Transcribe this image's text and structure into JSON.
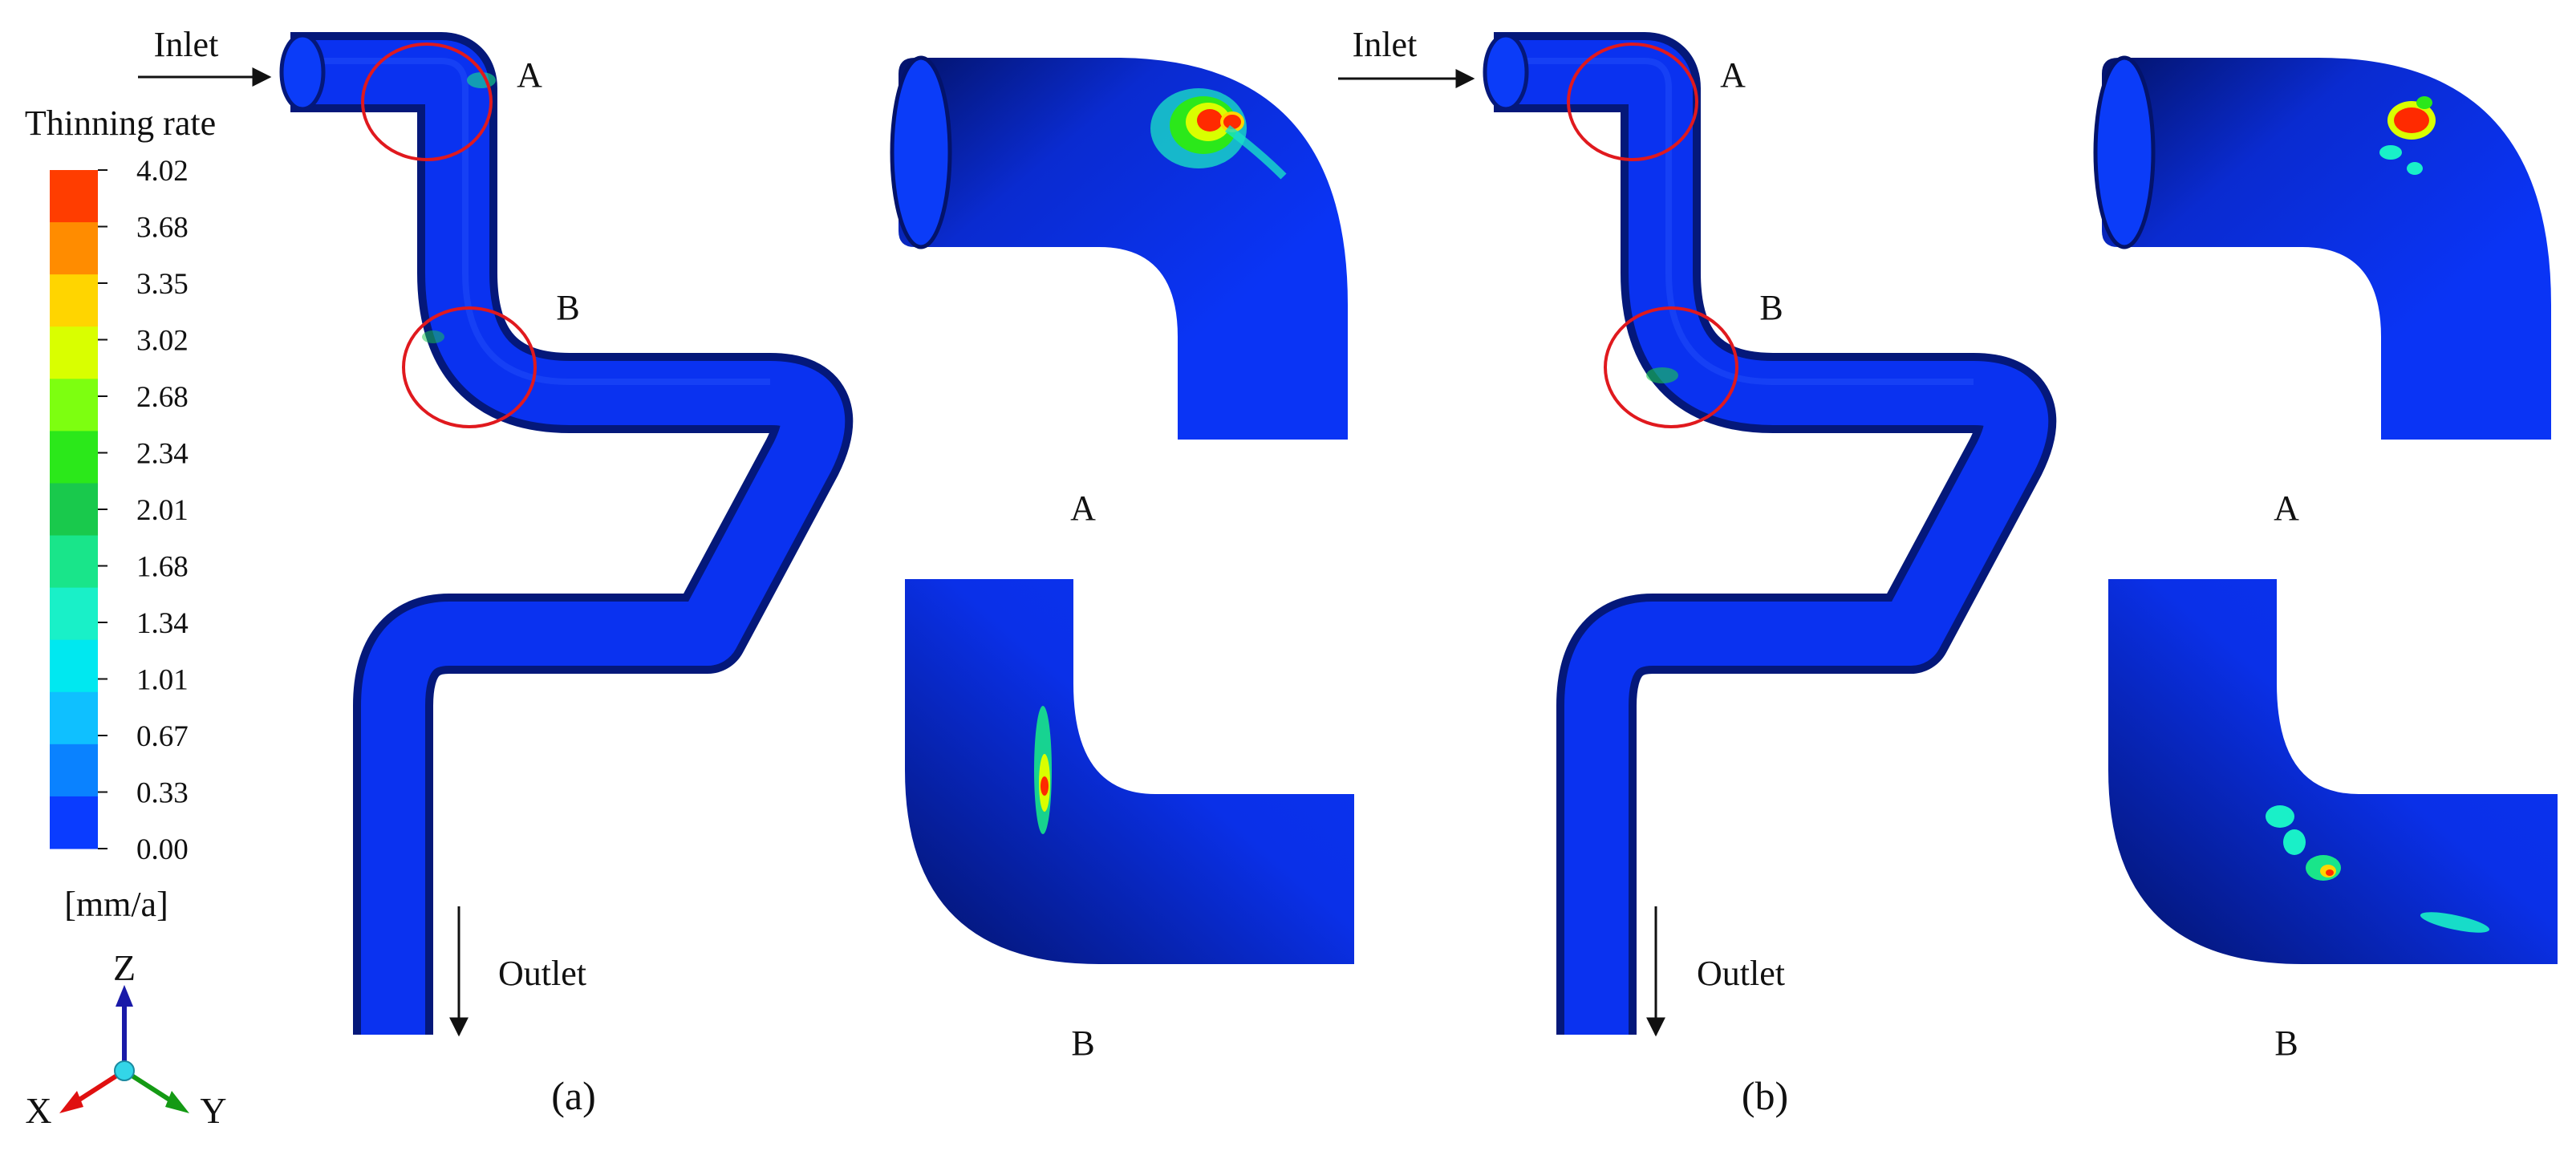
{
  "colors": {
    "pipe_base": "#0a32f0",
    "pipe_dark": "#031570",
    "highlight_circle": "#e0191e",
    "hot": "#ff2a00"
  },
  "legend": {
    "title": "Thinning rate",
    "unit": "[mm/a]",
    "ticks": [
      "4.02",
      "3.68",
      "3.35",
      "3.02",
      "2.68",
      "2.34",
      "2.01",
      "1.68",
      "1.34",
      "1.01",
      "0.67",
      "0.33",
      "0.00"
    ],
    "band_colors": [
      "#ff3d00",
      "#ff8c00",
      "#ffd500",
      "#d9ff00",
      "#7dff10",
      "#2be81a",
      "#19c94c",
      "#19e58a",
      "#19f0c8",
      "#00e8f0",
      "#0fc0ff",
      "#0a82ff",
      "#0a3cff"
    ]
  },
  "axes": {
    "z": "Z",
    "x": "X",
    "y": "Y"
  },
  "panels": [
    {
      "label": "(a)",
      "inlet": "Inlet",
      "outlet": "Outlet",
      "marker_a": "A",
      "marker_b": "B",
      "detail_a_caption": "A",
      "detail_b_caption": "B"
    },
    {
      "label": "(b)",
      "inlet": "Inlet",
      "outlet": "Outlet",
      "marker_a": "A",
      "marker_b": "B",
      "detail_a_caption": "A",
      "detail_b_caption": "B"
    }
  ]
}
